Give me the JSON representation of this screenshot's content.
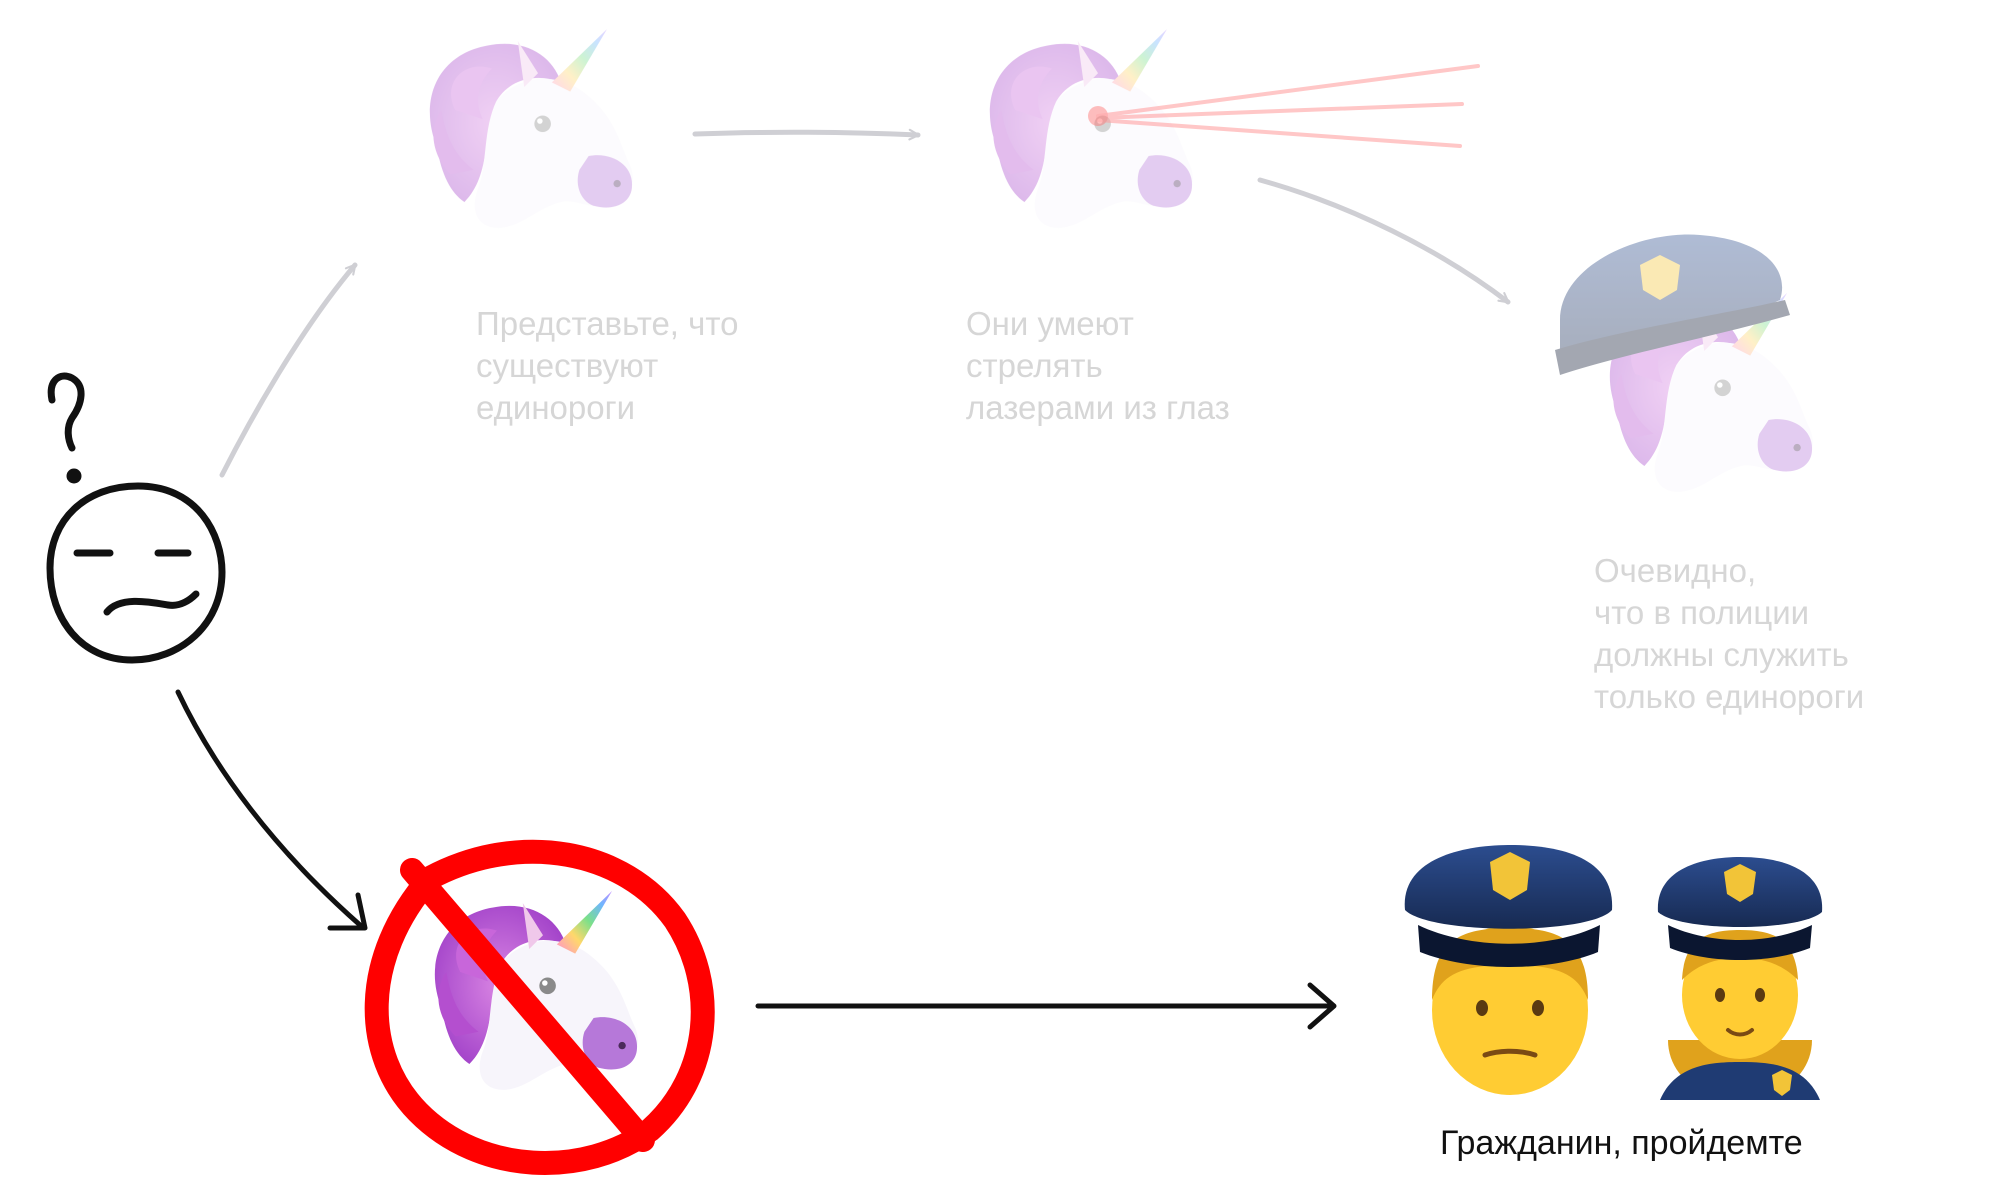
{
  "steps": [
    {
      "caption": [
        "Представьте, что",
        "существуют",
        "единороги"
      ]
    },
    {
      "caption": [
        "Они умеют",
        "стрелять",
        "лазерами из глаз"
      ]
    },
    {
      "caption": [
        "Очевидно,",
        "что в полиции",
        "должны служить",
        "только единороги"
      ]
    }
  ],
  "conclusion": {
    "caption": "Гражданин, пройдемте"
  },
  "colors": {
    "ghost_arrow": "#cfcfd4",
    "solid_arrow": "#111111",
    "ghost_text": "#d6d6d6",
    "laser": "#ff9a9a",
    "prohibition": "#ff0000",
    "unicorn_mane": "#c55fd6",
    "police_blue": "#1f3b73",
    "badge_gold": "#f2c438",
    "face_yellow": "#ffcc33"
  },
  "icons": [
    "question-mark-icon",
    "confused-face-icon",
    "unicorn-icon",
    "police-cap-icon",
    "laser-beam-icon",
    "prohibition-icon",
    "police-officer-man-icon",
    "police-officer-woman-icon"
  ]
}
